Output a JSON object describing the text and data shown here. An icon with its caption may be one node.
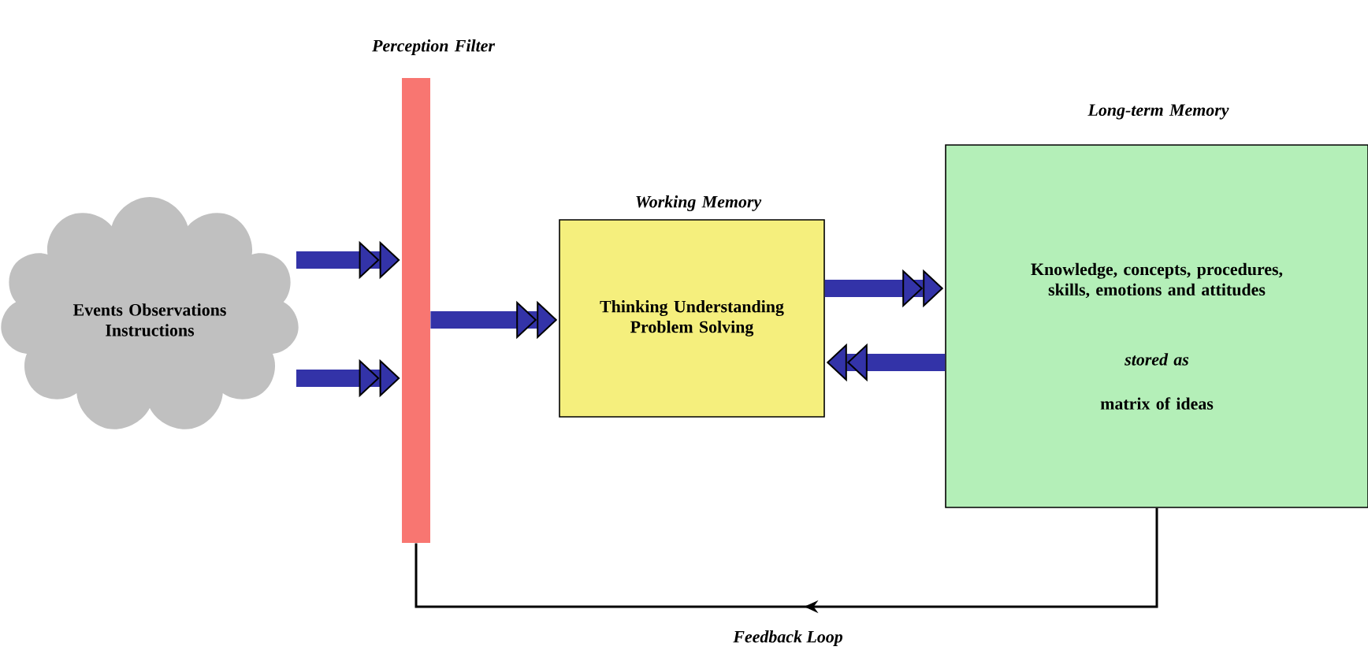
{
  "diagram": {
    "nodes": [
      {
        "text": [
          "Events Observations Instructions"
        ]
      },
      {
        "text": [
          "Perception Filter"
        ]
      },
      {
        "text": [
          "Working Memory",
          "Thinking Understanding Problem Solving"
        ]
      },
      {
        "text": [
          "Long-term Memory",
          "Knowledge, concepts, procedures, skills, emotions and attitudes",
          "stored as",
          "matrix of ideas"
        ]
      }
    ],
    "edges": [
      {
        "from": 0,
        "to": 1,
        "arrow": "to"
      },
      {
        "from": 0,
        "to": 1,
        "arrow": "to"
      },
      {
        "from": 1,
        "to": 2,
        "arrow": "to"
      },
      {
        "from": 2,
        "to": 3,
        "arrow": "to"
      },
      {
        "from": 3,
        "to": 2,
        "arrow": "to"
      },
      {
        "from": 3,
        "to": 1,
        "arrow": "to",
        "label": "Feedback Loop",
        "color": "#000000"
      }
    ]
  }
}
